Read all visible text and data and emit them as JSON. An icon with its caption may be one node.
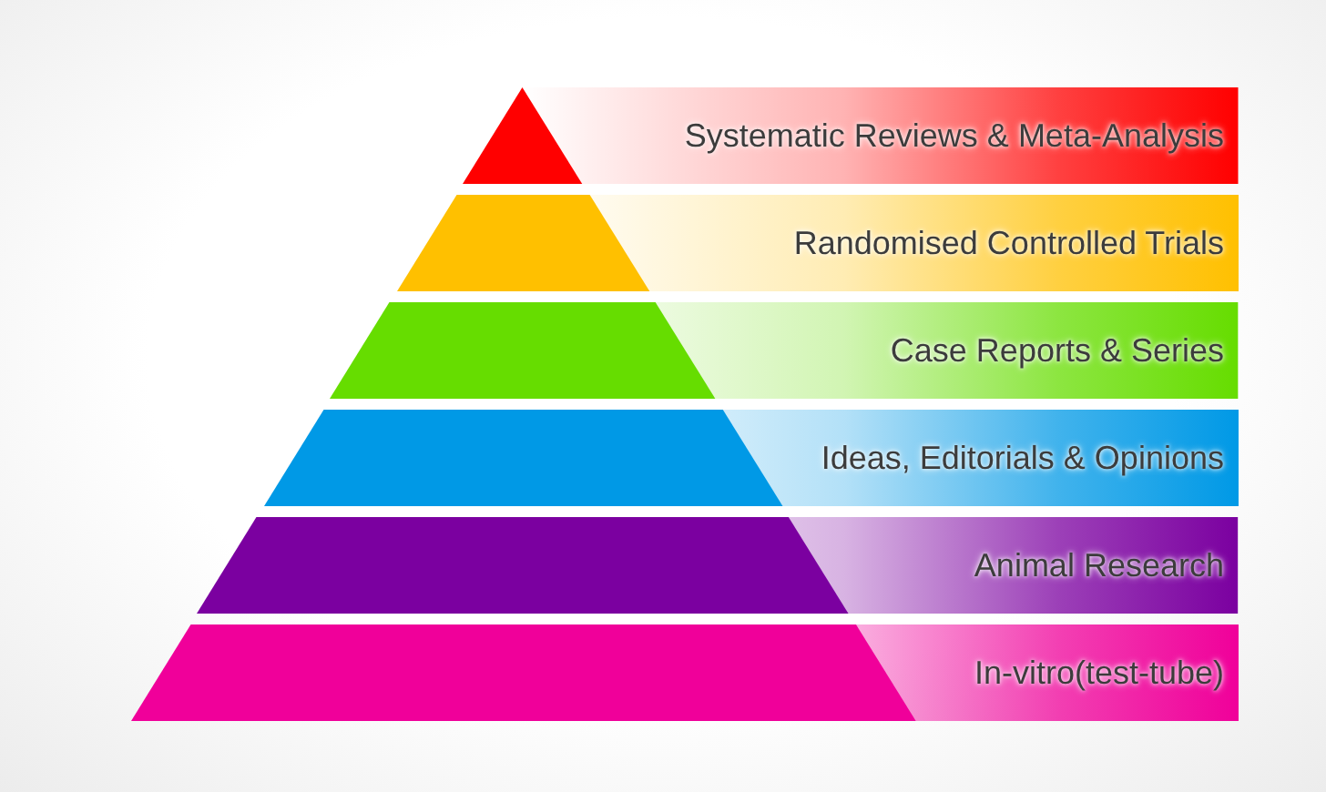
{
  "diagram": {
    "nodes": [
      {
        "text": [
          "Systematic Reviews & Meta-Analysis"
        ]
      },
      {
        "text": [
          "Randomised Controlled Trials"
        ]
      },
      {
        "text": [
          "Case Reports & Series"
        ]
      },
      {
        "text": [
          "Ideas, Editorials & Opinions"
        ]
      },
      {
        "text": [
          "Animal Research"
        ]
      },
      {
        "text": [
          "In-vitro(test-tube)"
        ]
      }
    ]
  }
}
